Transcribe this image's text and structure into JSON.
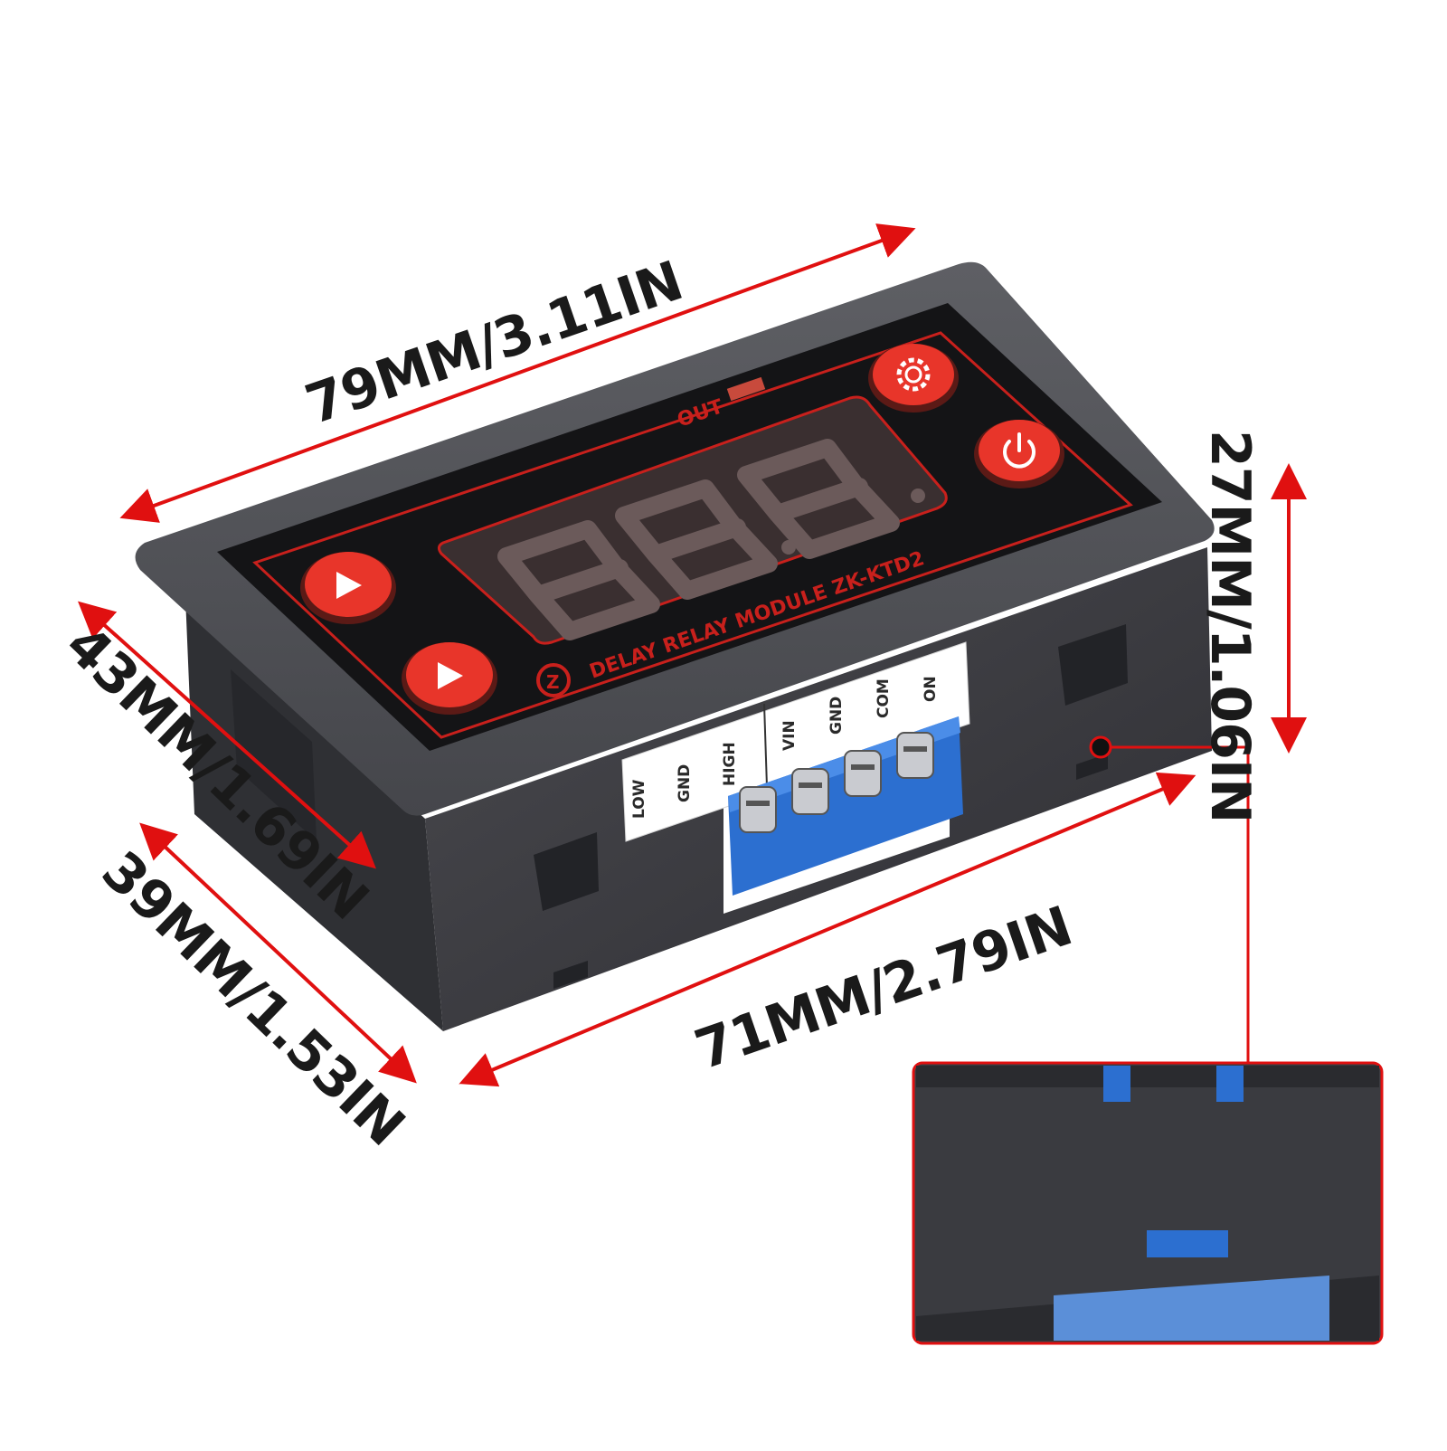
{
  "dimensions": {
    "top_width": "79MM/3.11IN",
    "height": "27MM/1.06IN",
    "depth_front": "43MM/1.69IN",
    "depth_base": "39MM/1.53IN",
    "bottom_width": "71MM/2.79IN"
  },
  "panel": {
    "indicator_label": "OUT",
    "module_name": "DELAY RELAY MODULE ZK-KTD2"
  },
  "terminals": {
    "switch_labels": [
      "LOW",
      "GND",
      "HIGH"
    ],
    "screw_labels": [
      "VIN",
      "GND",
      "COM",
      "ON"
    ]
  },
  "colors": {
    "dimension_arrow": "#e01010",
    "button_red": "#e8352a",
    "panel_accent": "#c8201c",
    "terminal_blue": "#2c6fd0"
  },
  "icons": [
    "up-arrow-icon",
    "down-arrow-icon",
    "gear-icon",
    "power-icon",
    "delay-logo-icon"
  ]
}
